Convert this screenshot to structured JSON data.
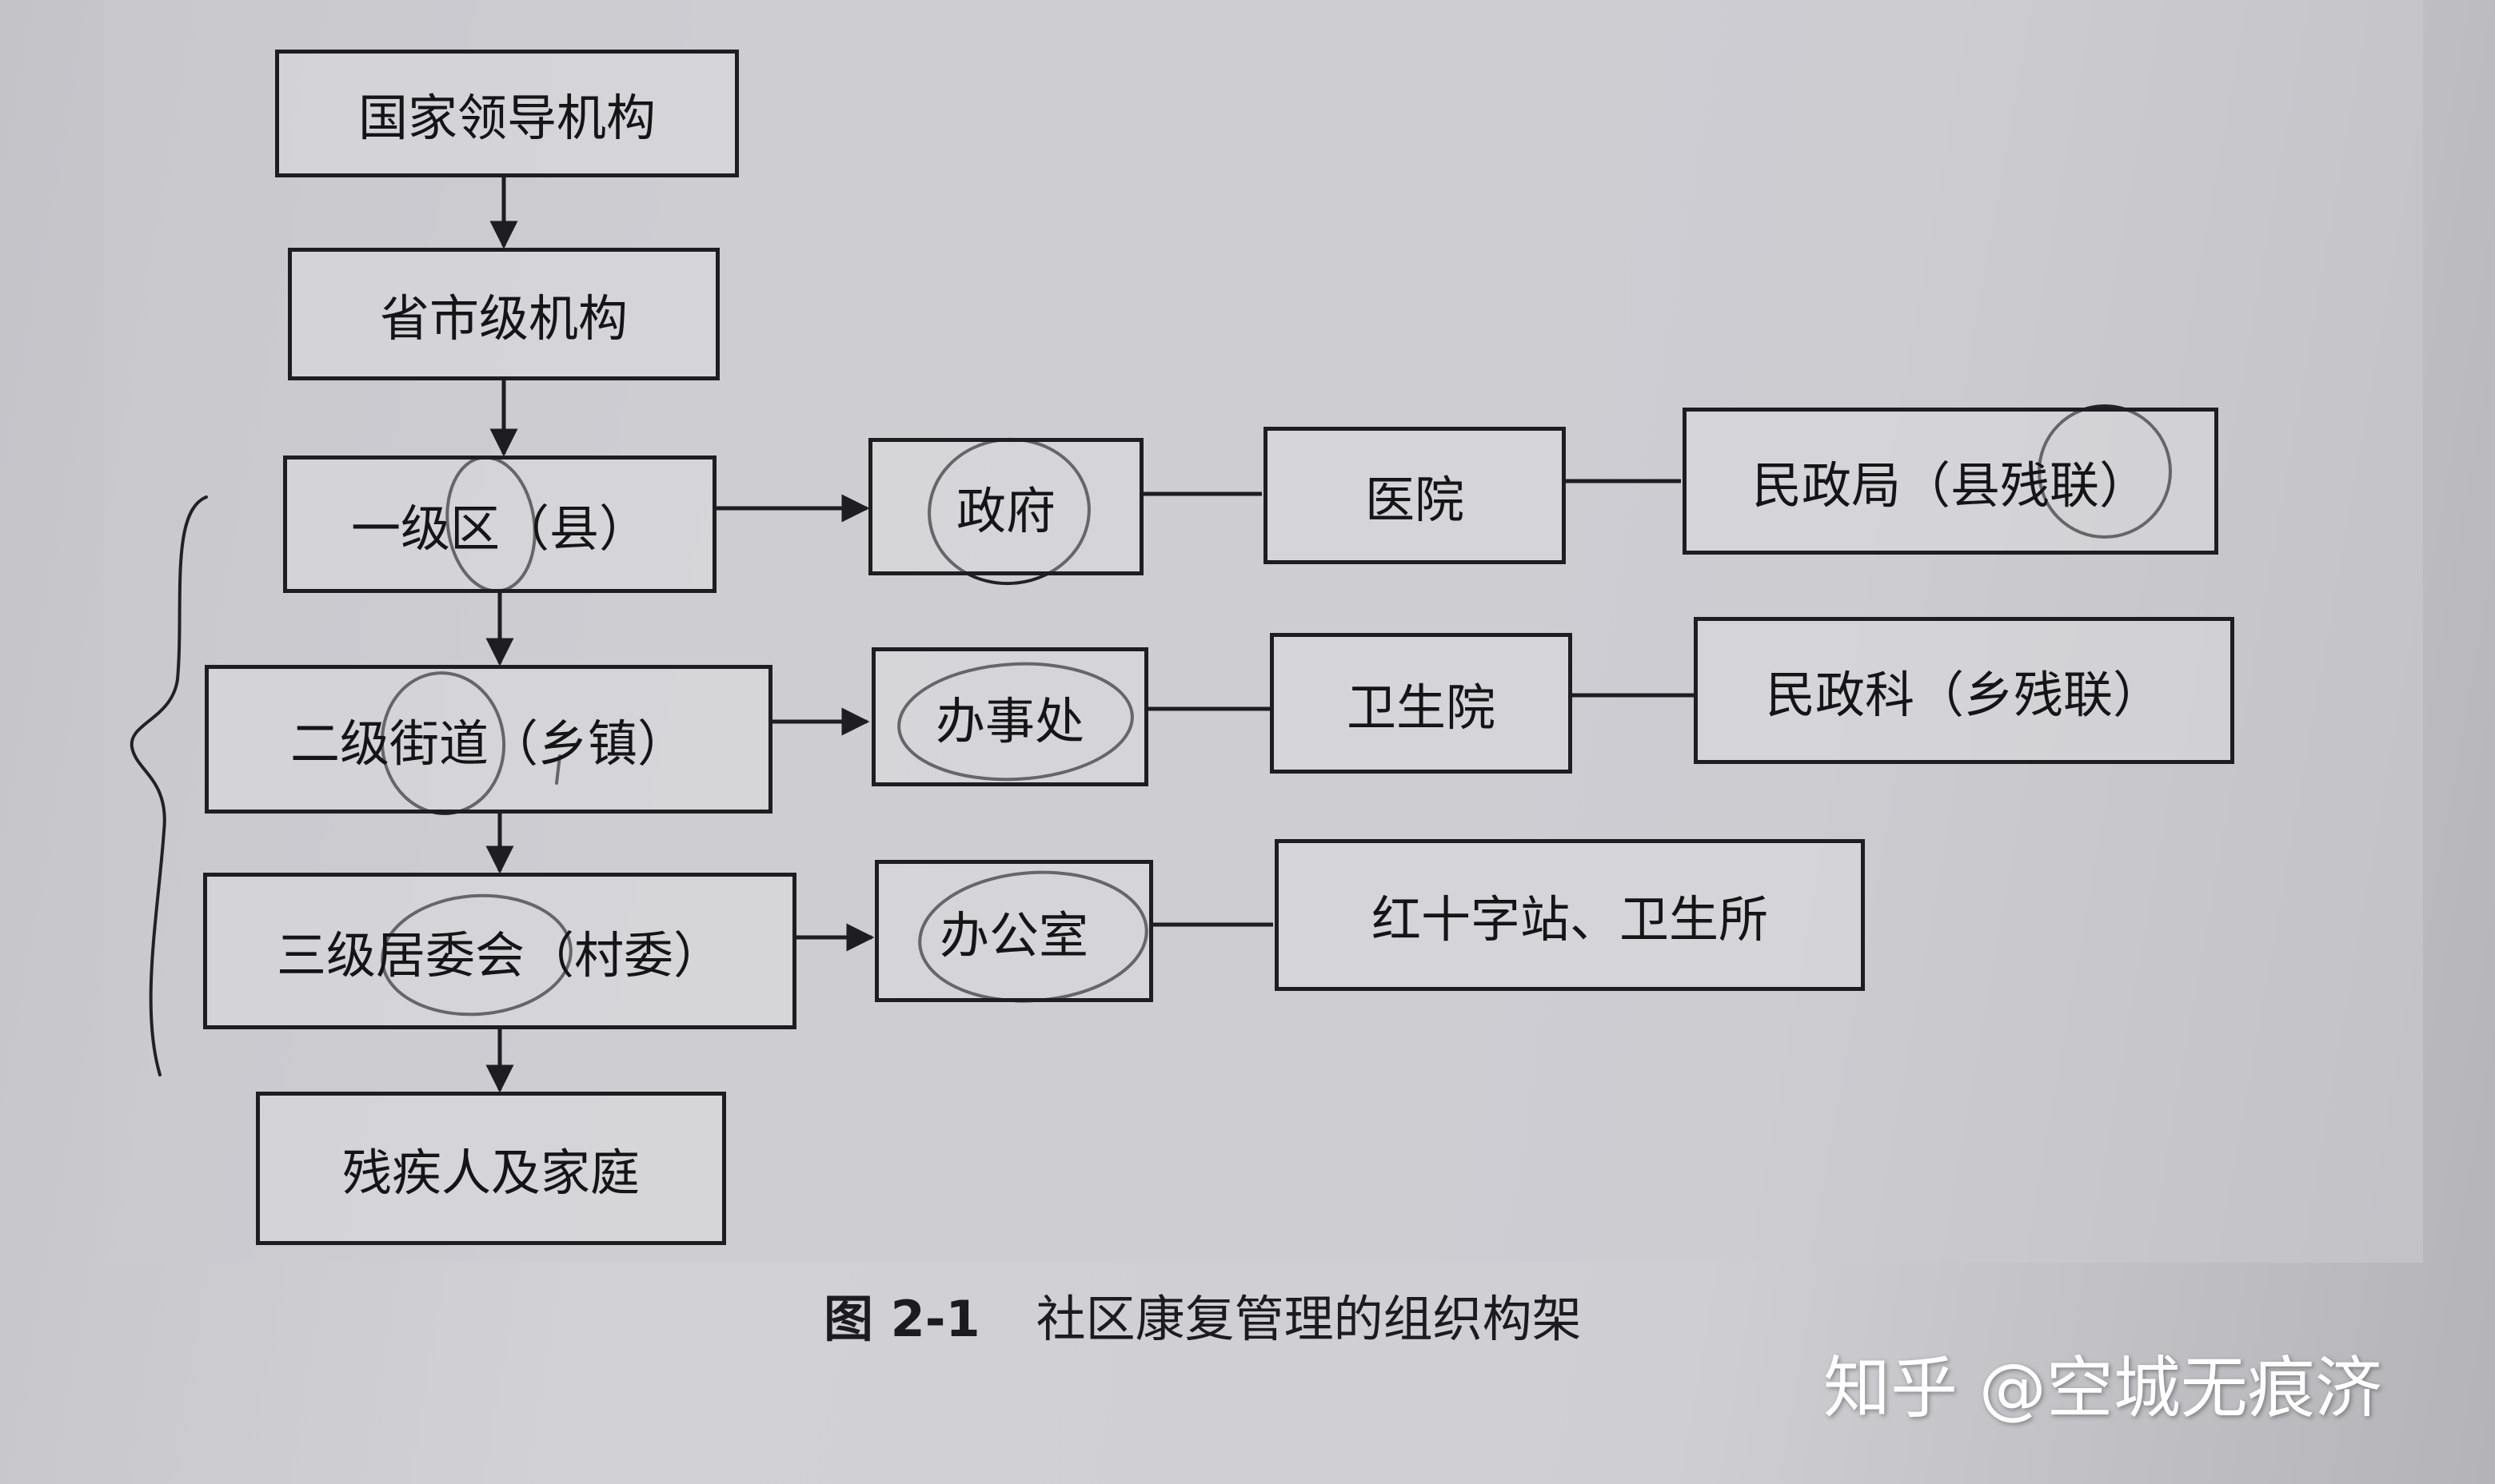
{
  "diagram": {
    "levels": {
      "national": "国家领导机构",
      "provincial": "省市级机构",
      "level1": "一级区（县）",
      "level2": "二级街道（乡镇）",
      "level3": "三级居委会（村委）",
      "families": "残疾人及家庭"
    },
    "admin": {
      "government": "政府",
      "sub_office": "办事处",
      "office": "办公室"
    },
    "health": {
      "hospital": "医院",
      "health_center": "卫生院",
      "red_cross": "红十字站、卫生所"
    },
    "civil": {
      "bureau": "民政局（县残联）",
      "section": "民政科（乡残联）"
    }
  },
  "caption": {
    "number": "图 2-1",
    "title": "社区康复管理的组织构架"
  },
  "watermark": "知乎 @空城无痕济",
  "colors": {
    "ink": "#1e1e22",
    "paper": "#cfcfd3",
    "watermark": "#ffffff"
  }
}
